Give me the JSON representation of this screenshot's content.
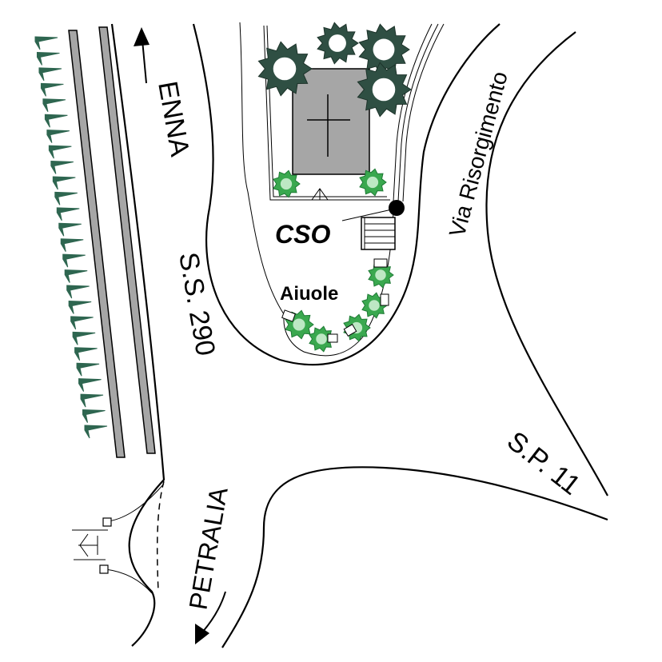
{
  "labels": {
    "enna": "ENNA",
    "ss290": "S.S. 290",
    "via_risorgimento": "Via Risorgimento",
    "cso": "CSO",
    "aiuole": "Aiuole",
    "petralia": "PETRALIA",
    "sp11": "S.P. 11"
  },
  "colors": {
    "tree_dark": "#2f4f43",
    "tree_light": "#c8ddd0",
    "shrub": "#3aa84f",
    "shrub_light": "#bde8c4",
    "building": "#a6a6a6",
    "rail": "#a6a6a6",
    "spikes": "#2e6650"
  },
  "icons": {
    "cross": "cross-icon",
    "marker": "station-marker-icon",
    "arrow_north": "arrow-up-icon",
    "arrow_south": "arrow-down-icon"
  }
}
